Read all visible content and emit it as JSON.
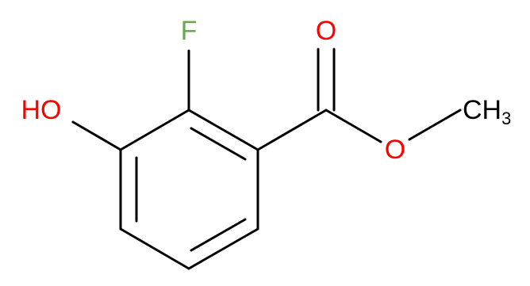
{
  "molecule": {
    "atoms": {
      "fluorine": {
        "text": "F",
        "color": "#6aa84f"
      },
      "hydroxyl": {
        "text": "HO",
        "color": "#ff0000"
      },
      "carbonyl_oxygen": {
        "text": "O",
        "color": "#ff0000"
      },
      "ester_oxygen": {
        "text": "O",
        "color": "#ff0000"
      },
      "methyl": {
        "text": "CH",
        "subscript": "3",
        "color": "#000000"
      }
    },
    "bond_color": "#000000"
  }
}
